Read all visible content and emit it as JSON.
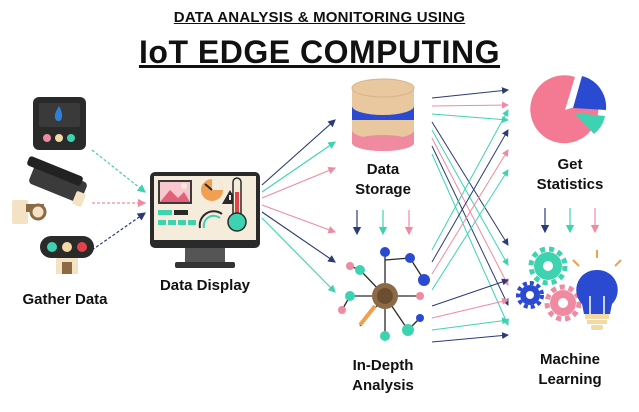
{
  "title_line1": "DATA ANALYSIS & MONITORING USING",
  "title_line2": "IoT EDGE COMPUTING",
  "nodes": {
    "gather": "Gather Data",
    "display": "Data Display",
    "storage_line1": "Data",
    "storage_line2": "Storage",
    "analysis_line1": "In-Depth",
    "analysis_line2": "Analysis",
    "statistics_line1": "Get",
    "statistics_line2": "Statistics",
    "ml_line1": "Machine",
    "ml_line2": "Learning"
  },
  "icons": {
    "sensor_device": "sensor-device-icon",
    "cctv_camera": "cctv-camera-icon",
    "traffic_light": "traffic-light-icon",
    "monitor": "monitor-dashboard-icon",
    "database": "database-icon",
    "network": "network-analysis-icon",
    "pie_chart": "pie-chart-icon",
    "gears_bulb": "gears-lightbulb-icon"
  },
  "colors": {
    "teal": "#3ed3b0",
    "pink": "#f08aa0",
    "navy": "#2b3a78",
    "blue": "#1e44c8",
    "dark": "#2a2a2a"
  }
}
